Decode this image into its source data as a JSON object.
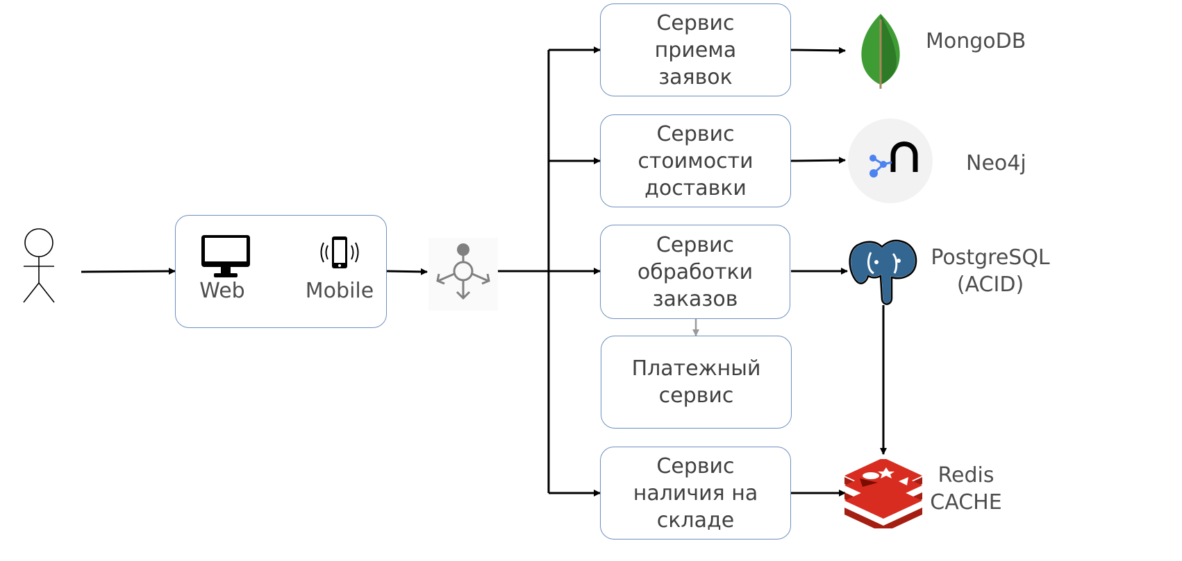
{
  "client": {
    "web_label": "Web",
    "mobile_label": "Mobile"
  },
  "services": {
    "orders_intake": [
      "Сервис",
      "приема",
      "заявок"
    ],
    "delivery_cost": [
      "Сервис",
      "стоимости",
      "доставки"
    ],
    "order_processing": [
      "Сервис",
      "обработки",
      "заказов"
    ],
    "payment": [
      "Платежный",
      "сервис"
    ],
    "stock": [
      "Сервис",
      "наличия на",
      "складе"
    ]
  },
  "databases": {
    "mongodb": "MongoDB",
    "neo4j": "Neo4j",
    "postgres": [
      "PostgreSQL",
      "(ACID)"
    ],
    "redis": [
      "Redis",
      "CACHE"
    ]
  },
  "colors": {
    "box_border": "#6c8ebf",
    "arrow": "#000000",
    "arrow_light": "#999999",
    "mongo_green": "#3f9c35",
    "neo4j_blue": "#4b83f0",
    "postgres_blue": "#336791",
    "redis_red": "#d82c20"
  },
  "icons": [
    "actor-icon",
    "monitor-icon",
    "mobile-phone-icon",
    "api-gateway-icon",
    "mongodb-leaf-icon",
    "neo4j-icon",
    "postgresql-elephant-icon",
    "redis-stack-icon"
  ]
}
